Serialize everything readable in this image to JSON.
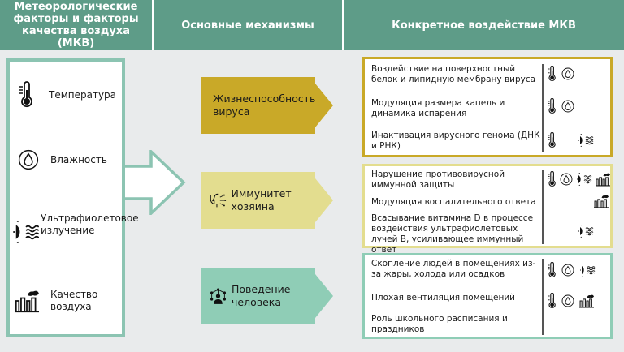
{
  "headers": {
    "factors": "Метеорологические факторы и факторы качества воздуха (МКВ)",
    "mechanisms": "Основные механизмы",
    "effects": "Конкретное воздействие МКВ"
  },
  "factors": [
    {
      "label": "Температура",
      "icon": "thermometer-icon"
    },
    {
      "label": "Влажность",
      "icon": "water-drop-icon"
    },
    {
      "label": "Ультрафиолетовое излучение",
      "icon": "uv-sun-icon"
    },
    {
      "label": "Качество воздуха",
      "icon": "factory-icon"
    }
  ],
  "mechanisms": [
    {
      "label": "Жизнеспособность вируса",
      "icon": "virus-icon",
      "color": "#c9a928"
    },
    {
      "label": "Иммунитет хозяина",
      "icon": "immune-person-icon",
      "color": "#e3dd8f"
    },
    {
      "label": "Поведение человека",
      "icon": "people-network-icon",
      "color": "#8fcdb6"
    }
  ],
  "effects": {
    "virus": [
      {
        "text": "Воздействие на поверхностный белок и липидную мембрану вируса",
        "icons": [
          "thermometer-icon",
          "water-drop-icon"
        ]
      },
      {
        "text": "Модуляция размера капель и динамика испарения",
        "icons": [
          "thermometer-icon",
          "water-drop-icon"
        ]
      },
      {
        "text": "Инактивация вирусного генома (ДНК и РНК)",
        "icons": [
          "thermometer-icon",
          "uv-sun-icon"
        ]
      }
    ],
    "immunity": [
      {
        "text": "Нарушение противовирусной иммунной защиты",
        "icons": [
          "thermometer-icon",
          "water-drop-icon",
          "uv-sun-icon",
          "factory-icon"
        ]
      },
      {
        "text": "Модуляция воспалительного ответа",
        "icons": [
          "factory-icon"
        ]
      },
      {
        "text": "Всасывание витамина D в процессе воздействия ультрафиолетовых лучей В, усиливающее иммунный ответ",
        "icons": [
          "uv-sun-icon"
        ]
      }
    ],
    "behavior": [
      {
        "text": "Скопление людей в помещениях из-за жары, холода или осадков",
        "icons": [
          "thermometer-icon",
          "water-drop-icon",
          "uv-sun-icon"
        ]
      },
      {
        "text": "Плохая вентиляция помещений",
        "icons": [
          "thermometer-icon",
          "water-drop-icon",
          "factory-icon"
        ]
      },
      {
        "text": "Роль школьного расписания и праздников",
        "icons": []
      }
    ]
  },
  "colors": {
    "header": "#5e9c88",
    "factor_border": "#8cc4b2",
    "virus_border": "#c9a928",
    "immunity_border": "#e3dd8f",
    "behavior_border": "#8fcdb6"
  }
}
